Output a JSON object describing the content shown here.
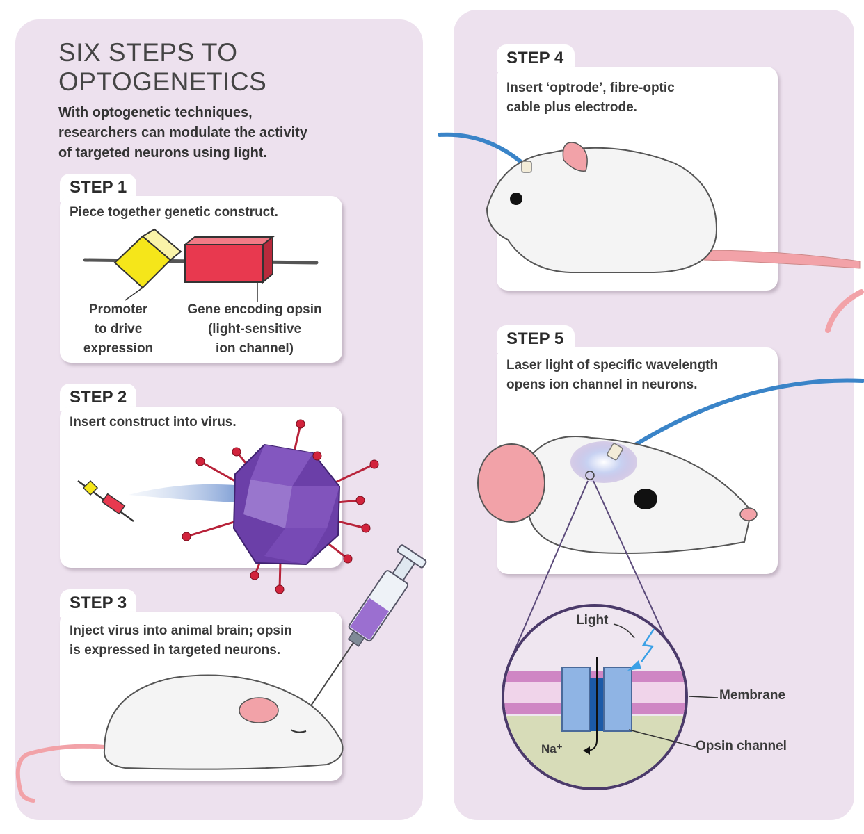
{
  "title": {
    "line1": "SIX STEPS TO",
    "line2": "OPTOGENETICS"
  },
  "subtitle": {
    "line1": "With optogenetic techniques,",
    "line2": "researchers can modulate the activity",
    "line3": "of targeted neurons using light."
  },
  "steps": [
    {
      "label": "STEP 1",
      "text": [
        "Piece together genetic construct."
      ]
    },
    {
      "label": "STEP 2",
      "text": [
        "Insert construct into virus."
      ]
    },
    {
      "label": "STEP 3",
      "text": [
        "Inject virus into animal brain; opsin",
        "is expressed in targeted neurons."
      ]
    },
    {
      "label": "STEP 4",
      "text": [
        "Insert ‘optrode’, fibre-optic",
        "cable plus electrode."
      ]
    },
    {
      "label": "STEP 5",
      "text": [
        "Laser light of specific wavelength",
        "opens ion channel in neurons."
      ]
    }
  ],
  "construct_labels": {
    "promoter": [
      "Promoter",
      "to drive",
      "expression"
    ],
    "gene": [
      "Gene encoding opsin",
      "(light-sensitive",
      "ion channel)"
    ]
  },
  "inset_labels": {
    "light": "Light",
    "membrane": "Membrane",
    "opsin_channel": "Opsin channel",
    "ion": "Na⁺"
  },
  "colors": {
    "panel_bg": "#ede1ee",
    "promoter": "#f5e61a",
    "gene": "#e8394f",
    "virus": "#6b3fa8",
    "fibre": "#3a84c8",
    "mouse": "#f4f4f4",
    "ear_tail": "#f2a2a8"
  }
}
